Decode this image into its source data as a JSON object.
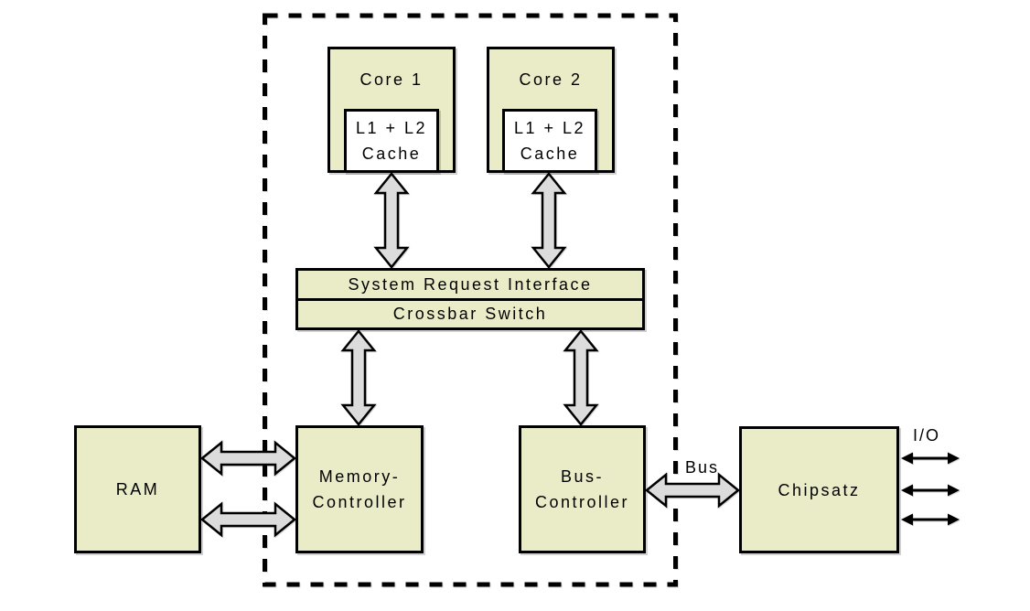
{
  "diagram": {
    "title_semantic": "Dual-core CPU architecture diagram",
    "colors": {
      "background": "#ffffff",
      "node_fill": "#eaecc8",
      "cache_fill": "#ffffff",
      "arrow_fill": "#dcdcdc",
      "outline": "#000000"
    },
    "nodes": {
      "core1": {
        "label": "Core 1"
      },
      "core2": {
        "label": "Core 2"
      },
      "cache1": {
        "line1": "L1 + L2",
        "line2": "Cache"
      },
      "cache2": {
        "line1": "L1 + L2",
        "line2": "Cache"
      },
      "sri": {
        "label": "System Request Interface"
      },
      "crossbar": {
        "label": "Crossbar Switch"
      },
      "ram": {
        "label": "RAM"
      },
      "memory_controller": {
        "line1": "Memory-",
        "line2": "Controller"
      },
      "bus_controller": {
        "line1": "Bus-",
        "line2": "Controller"
      },
      "chipset": {
        "label": "Chipsatz"
      }
    },
    "labels": {
      "bus": "Bus",
      "io": "I/O"
    }
  }
}
